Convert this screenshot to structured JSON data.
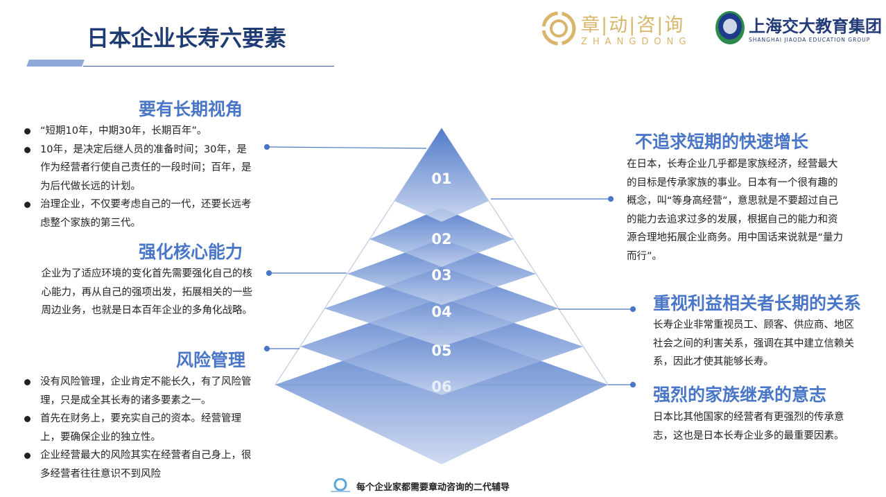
{
  "title": "日本企业长寿六要素",
  "logos": {
    "zhangdong_cn": "章|动|咨|询",
    "zhangdong_en": "ZHANGDONG",
    "sjtu_cn": "上海交大教育集团",
    "sjtu_en": "SHANGHAI JIAODA EDUCATION GROUP"
  },
  "pyramid": [
    "01",
    "02",
    "03",
    "04",
    "05",
    "06"
  ],
  "left": {
    "s1": {
      "heading": "要有长期视角",
      "bullets": [
        "“短期10年，中期30年，长期百年”。",
        "10年，是决定后继人员的准备时间；30年，是作为经营者行使自己责任的一段时间；百年，是为后代做长远的计划。",
        "治理企业，不仅要考虑自己的一代，还要长远考虑整个家族的第三代。"
      ]
    },
    "s2": {
      "heading": "强化核心能力",
      "text": "企业为了适应环境的变化首先需要强化自己的核心能力，再从自己的强项出发，拓展相关的一些周边业务，也就是日本百年企业的多角化战略。"
    },
    "s3": {
      "heading": "风险管理",
      "bullets": [
        "没有风险管理，企业肯定不能长久，有了风险管理，只是成全其长寿的诸多要素之一。",
        "首先在财务上，要充实自己的资本。经营管理上，要确保企业的独立性。",
        "企业经营最大的风险其实在经营者自己身上，很多经营者往往意识不到风险"
      ]
    }
  },
  "right": {
    "s1": {
      "heading": "不追求短期的快速增长",
      "text": "在日本，长寿企业几乎都是家族经济，经营最大的目标是传承家族的事业。日本有一个很有趣的概念，叫“等身高经营”，意思就是不要超过自己的能力去追求过多的发展，根据自己的能力和资源合理地拓展企业商务。用中国话来说就是“量力而行”。"
    },
    "s2": {
      "heading": "重视利益相关者长期的关系",
      "text": "长寿企业非常重视员工、顾客、供应商、地区社会之间的利害关系，强调在其中建立信赖关系，因此才使其能够长寿。"
    },
    "s3": {
      "heading": "强烈的家族继承的意志",
      "text": "日本比其他国家的经营者有更强烈的传承意志，这也是日本长寿企业多的最重要因素。"
    }
  },
  "footer": "每个企业家都需要章动咨询的二代辅导"
}
